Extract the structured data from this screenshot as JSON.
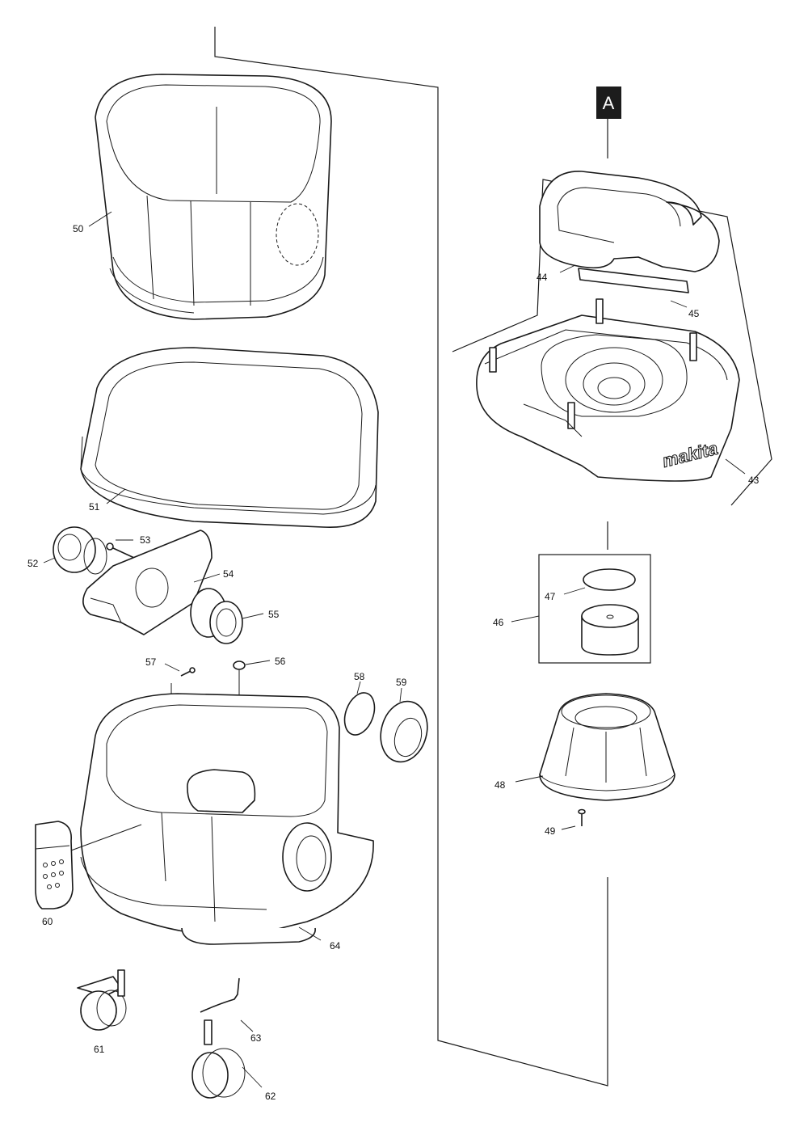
{
  "marker": {
    "label": "A"
  },
  "brand": {
    "logo_text": "makita"
  },
  "callouts": [
    "43",
    "44",
    "45",
    "46",
    "47",
    "48",
    "49",
    "50",
    "51",
    "52",
    "53",
    "54",
    "55",
    "56",
    "57",
    "58",
    "59",
    "60",
    "61",
    "62",
    "63",
    "64"
  ]
}
